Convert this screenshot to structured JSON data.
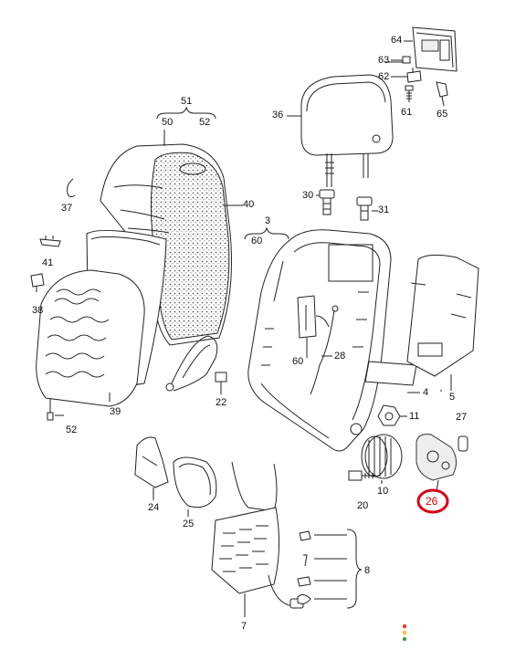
{
  "colors": {
    "line": "#222222",
    "highlight_ring": "#d0021b",
    "indicator_red": "#e53935",
    "indicator_yellow": "#fbc02d",
    "indicator_green": "#43a047"
  },
  "labels": {
    "p3": "3",
    "p4": "4",
    "p5": "5",
    "p7": "7",
    "p8": "8",
    "p10": "10",
    "p11": "11",
    "p20": "20",
    "p22": "22",
    "p24": "24",
    "p25": "25",
    "p26": "26",
    "p27": "27",
    "p28": "28",
    "p30": "30",
    "p31": "31",
    "p36": "36",
    "p37": "37",
    "p38": "38",
    "p39": "39",
    "p40": "40",
    "p41": "41",
    "p50": "50",
    "p51": "51",
    "p52a": "52",
    "p52b": "52",
    "p60a": "60",
    "p60b": "60",
    "p61": "61",
    "p62": "62",
    "p63": "63",
    "p64": "64",
    "p65": "65"
  },
  "highlighted_part": "26",
  "icons": [
    "headrest",
    "backrest-cover",
    "foam-pad",
    "frame",
    "lumbar-support",
    "handwheel",
    "cover-cap",
    "wiring-harness"
  ]
}
